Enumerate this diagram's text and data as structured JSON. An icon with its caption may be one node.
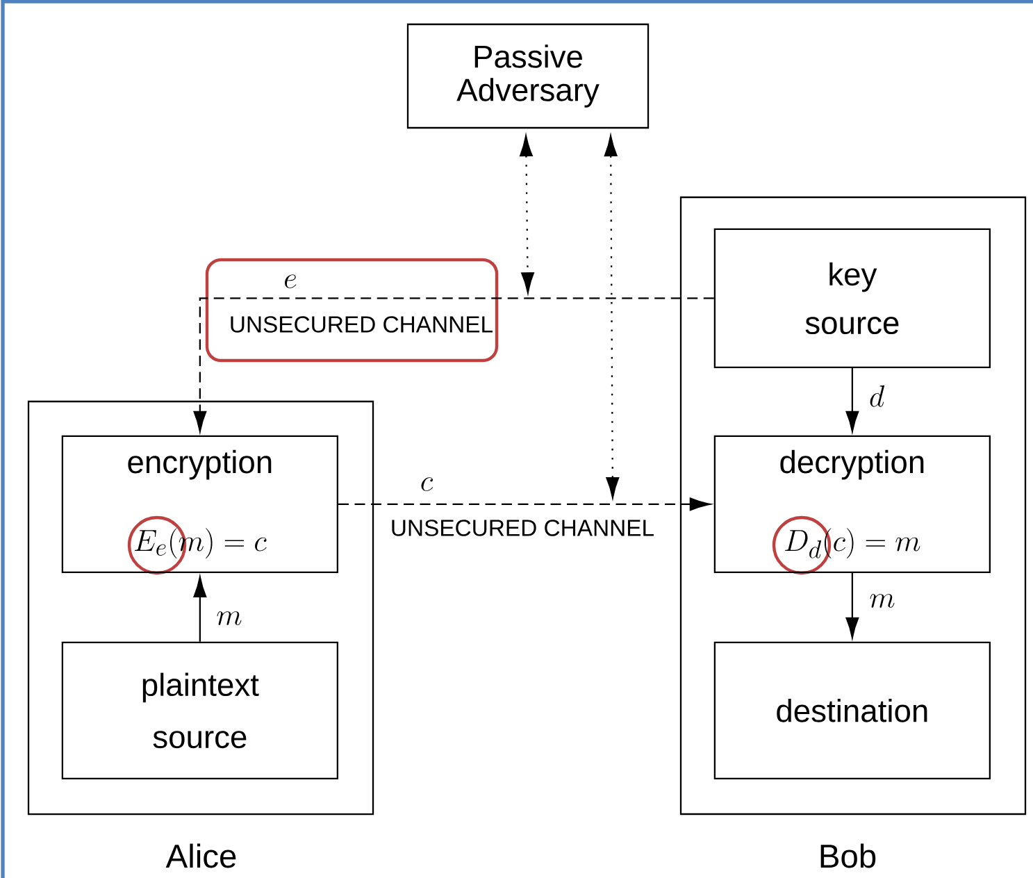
{
  "diagram": {
    "nodes": [
      {
        "text": [
          "Passive Adversary"
        ]
      },
      {
        "text": [
          "Alice"
        ]
      },
      {
        "text": [
          "encryption",
          "E_e(m) = c"
        ],
        "in": 1
      },
      {
        "text": [
          "plaintext source"
        ],
        "in": 1
      },
      {
        "text": [
          "Bob"
        ]
      },
      {
        "text": [
          "key source"
        ],
        "in": 4
      },
      {
        "text": [
          "decryption",
          "D_d(c) = m"
        ],
        "in": 4
      },
      {
        "text": [
          "destination"
        ],
        "in": 4
      }
    ],
    "edges": [
      {
        "from": 3,
        "to": 2,
        "arrow": "to",
        "label": "m"
      },
      {
        "from": 5,
        "to": 2,
        "arrow": "to",
        "label": "e",
        "style": "dashed"
      },
      {
        "from": 2,
        "to": 6,
        "arrow": "to",
        "label": "c",
        "style": "dashed"
      },
      {
        "from": 5,
        "to": 6,
        "arrow": "to",
        "label": "d"
      },
      {
        "from": 6,
        "to": 7,
        "arrow": "to",
        "label": "m"
      },
      {
        "from": 0,
        "to": null,
        "arrow": "both",
        "style": "dashed"
      },
      {
        "from": 0,
        "to": null,
        "arrow": "both",
        "style": "dashed"
      }
    ],
    "labels": [
      "UNSECURED CHANNEL",
      "UNSECURED CHANNEL"
    ]
  }
}
